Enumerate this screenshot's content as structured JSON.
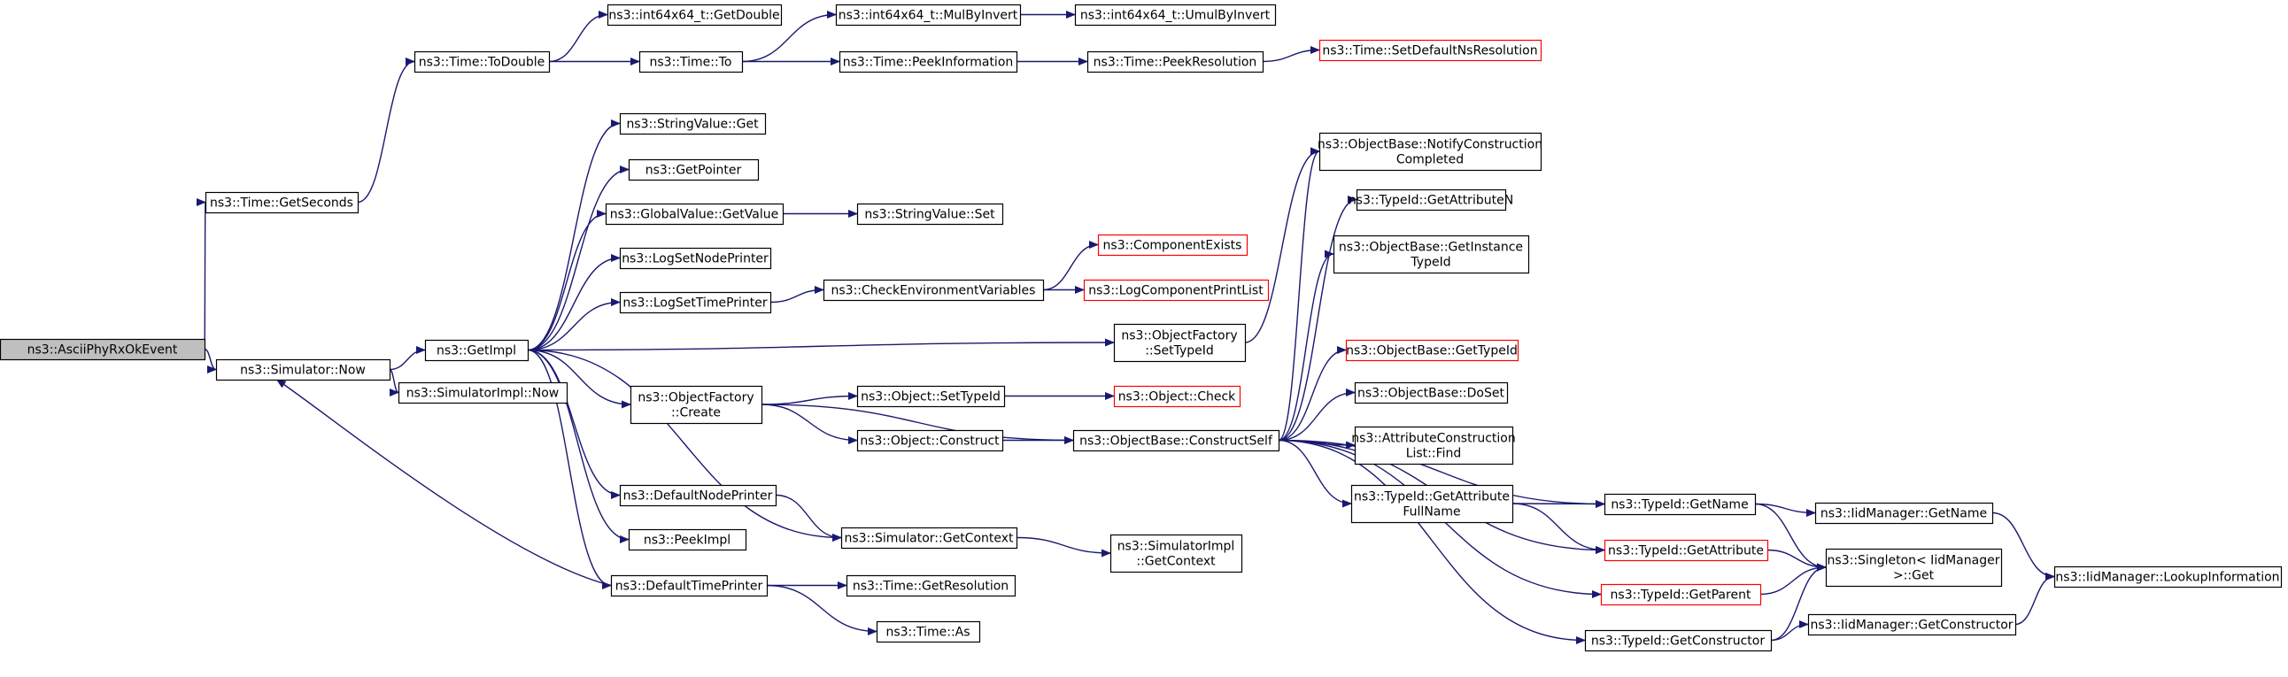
{
  "nodes": [
    {
      "id": "n0",
      "lines": [
        "ns3::AsciiPhyRxOkEvent"
      ],
      "style": "root"
    },
    {
      "id": "n1",
      "lines": [
        "ns3::Time::GetSeconds"
      ]
    },
    {
      "id": "n2",
      "lines": [
        "ns3::Simulator::Now"
      ]
    },
    {
      "id": "n3",
      "lines": [
        "ns3::Time::ToDouble"
      ]
    },
    {
      "id": "n4",
      "lines": [
        "ns3::int64x64_t::GetDouble"
      ]
    },
    {
      "id": "n5",
      "lines": [
        "ns3::Time::To"
      ]
    },
    {
      "id": "n6",
      "lines": [
        "ns3::int64x64_t::MulByInvert"
      ]
    },
    {
      "id": "n7",
      "lines": [
        "ns3::int64x64_t::UmulByInvert"
      ]
    },
    {
      "id": "n8",
      "lines": [
        "ns3::Time::PeekInformation"
      ]
    },
    {
      "id": "n9",
      "lines": [
        "ns3::Time::PeekResolution"
      ]
    },
    {
      "id": "n10",
      "lines": [
        "ns3::Time::SetDefaultNsResolution"
      ],
      "style": "red"
    },
    {
      "id": "n11",
      "lines": [
        "ns3::GetImpl"
      ]
    },
    {
      "id": "n12",
      "lines": [
        "ns3::SimulatorImpl::Now"
      ]
    },
    {
      "id": "n13",
      "lines": [
        "ns3::StringValue::Get"
      ]
    },
    {
      "id": "n14",
      "lines": [
        "ns3::GetPointer"
      ]
    },
    {
      "id": "n15",
      "lines": [
        "ns3::GlobalValue::GetValue"
      ]
    },
    {
      "id": "n16",
      "lines": [
        "ns3::StringValue::Set"
      ]
    },
    {
      "id": "n17",
      "lines": [
        "ns3::LogSetNodePrinter"
      ]
    },
    {
      "id": "n18",
      "lines": [
        "ns3::LogSetTimePrinter"
      ]
    },
    {
      "id": "n19",
      "lines": [
        "ns3::CheckEnvironmentVariables"
      ]
    },
    {
      "id": "n20",
      "lines": [
        "ns3::ComponentExists"
      ],
      "style": "red"
    },
    {
      "id": "n21",
      "lines": [
        "ns3::LogComponentPrintList"
      ],
      "style": "red"
    },
    {
      "id": "n22",
      "lines": [
        "ns3::ObjectFactory",
        "::SetTypeId"
      ]
    },
    {
      "id": "n23",
      "lines": [
        "ns3::ObjectFactory",
        "::Create"
      ]
    },
    {
      "id": "n24",
      "lines": [
        "ns3::Object::SetTypeId"
      ]
    },
    {
      "id": "n25",
      "lines": [
        "ns3::Object::Check"
      ],
      "style": "red"
    },
    {
      "id": "n26",
      "lines": [
        "ns3::Object::Construct"
      ]
    },
    {
      "id": "n27",
      "lines": [
        "ns3::ObjectBase::ConstructSelf"
      ]
    },
    {
      "id": "n28",
      "lines": [
        "ns3::ObjectBase::NotifyConstruction",
        "Completed"
      ]
    },
    {
      "id": "n29",
      "lines": [
        "ns3::TypeId::GetAttributeN"
      ]
    },
    {
      "id": "n30",
      "lines": [
        "ns3::ObjectBase::GetInstance",
        "TypeId"
      ]
    },
    {
      "id": "n31",
      "lines": [
        "ns3::ObjectBase::GetTypeId"
      ],
      "style": "red"
    },
    {
      "id": "n32",
      "lines": [
        "ns3::ObjectBase::DoSet"
      ]
    },
    {
      "id": "n33",
      "lines": [
        "ns3::AttributeConstruction",
        "List::Find"
      ]
    },
    {
      "id": "n34",
      "lines": [
        "ns3::TypeId::GetAttribute",
        "FullName"
      ]
    },
    {
      "id": "n35",
      "lines": [
        "ns3::TypeId::GetName"
      ]
    },
    {
      "id": "n36",
      "lines": [
        "ns3::IidManager::GetName"
      ]
    },
    {
      "id": "n37",
      "lines": [
        "ns3::Singleton< IidManager",
        ">::Get"
      ]
    },
    {
      "id": "n38",
      "lines": [
        "ns3::IidManager::LookupInformation"
      ]
    },
    {
      "id": "n39",
      "lines": [
        "ns3::TypeId::GetAttribute"
      ],
      "style": "red"
    },
    {
      "id": "n40",
      "lines": [
        "ns3::TypeId::GetParent"
      ],
      "style": "red"
    },
    {
      "id": "n41",
      "lines": [
        "ns3::TypeId::GetConstructor"
      ]
    },
    {
      "id": "n42",
      "lines": [
        "ns3::IidManager::GetConstructor"
      ]
    },
    {
      "id": "n43",
      "lines": [
        "ns3::DefaultNodePrinter"
      ]
    },
    {
      "id": "n44",
      "lines": [
        "ns3::Simulator::GetContext"
      ]
    },
    {
      "id": "n45",
      "lines": [
        "ns3::SimulatorImpl",
        "::GetContext"
      ]
    },
    {
      "id": "n46",
      "lines": [
        "ns3::PeekImpl"
      ]
    },
    {
      "id": "n47",
      "lines": [
        "ns3::DefaultTimePrinter"
      ]
    },
    {
      "id": "n48",
      "lines": [
        "ns3::Time::GetResolution"
      ]
    },
    {
      "id": "n49",
      "lines": [
        "ns3::Time::As"
      ]
    }
  ],
  "edges": [
    [
      "n0",
      "n1"
    ],
    [
      "n0",
      "n2"
    ],
    [
      "n1",
      "n3"
    ],
    [
      "n3",
      "n4"
    ],
    [
      "n3",
      "n5"
    ],
    [
      "n5",
      "n6"
    ],
    [
      "n6",
      "n7"
    ],
    [
      "n5",
      "n8"
    ],
    [
      "n8",
      "n9"
    ],
    [
      "n9",
      "n10"
    ],
    [
      "n2",
      "n11"
    ],
    [
      "n2",
      "n12"
    ],
    [
      "n11",
      "n13"
    ],
    [
      "n11",
      "n14"
    ],
    [
      "n11",
      "n15"
    ],
    [
      "n15",
      "n16"
    ],
    [
      "n11",
      "n17"
    ],
    [
      "n11",
      "n18"
    ],
    [
      "n18",
      "n19"
    ],
    [
      "n19",
      "n20"
    ],
    [
      "n19",
      "n21"
    ],
    [
      "n11",
      "n22"
    ],
    [
      "n11",
      "n23"
    ],
    [
      "n11",
      "n43"
    ],
    [
      "n11",
      "n44"
    ],
    [
      "n11",
      "n46"
    ],
    [
      "n11",
      "n47"
    ],
    [
      "n22",
      "n28"
    ],
    [
      "n23",
      "n24"
    ],
    [
      "n24",
      "n25"
    ],
    [
      "n23",
      "n26"
    ],
    [
      "n23",
      "n27"
    ],
    [
      "n26",
      "n27"
    ],
    [
      "n27",
      "n28"
    ],
    [
      "n27",
      "n29"
    ],
    [
      "n27",
      "n30"
    ],
    [
      "n27",
      "n31"
    ],
    [
      "n27",
      "n32"
    ],
    [
      "n27",
      "n33"
    ],
    [
      "n27",
      "n34"
    ],
    [
      "n27",
      "n35"
    ],
    [
      "n27",
      "n39"
    ],
    [
      "n27",
      "n40"
    ],
    [
      "n27",
      "n41"
    ],
    [
      "n34",
      "n35"
    ],
    [
      "n34",
      "n39"
    ],
    [
      "n35",
      "n36"
    ],
    [
      "n35",
      "n37"
    ],
    [
      "n36",
      "n38"
    ],
    [
      "n39",
      "n37"
    ],
    [
      "n40",
      "n37"
    ],
    [
      "n41",
      "n37"
    ],
    [
      "n41",
      "n42"
    ],
    [
      "n42",
      "n38"
    ],
    [
      "n43",
      "n44"
    ],
    [
      "n44",
      "n45"
    ],
    [
      "n47",
      "n48"
    ],
    [
      "n47",
      "n49"
    ],
    [
      "n47",
      "n2"
    ]
  ]
}
